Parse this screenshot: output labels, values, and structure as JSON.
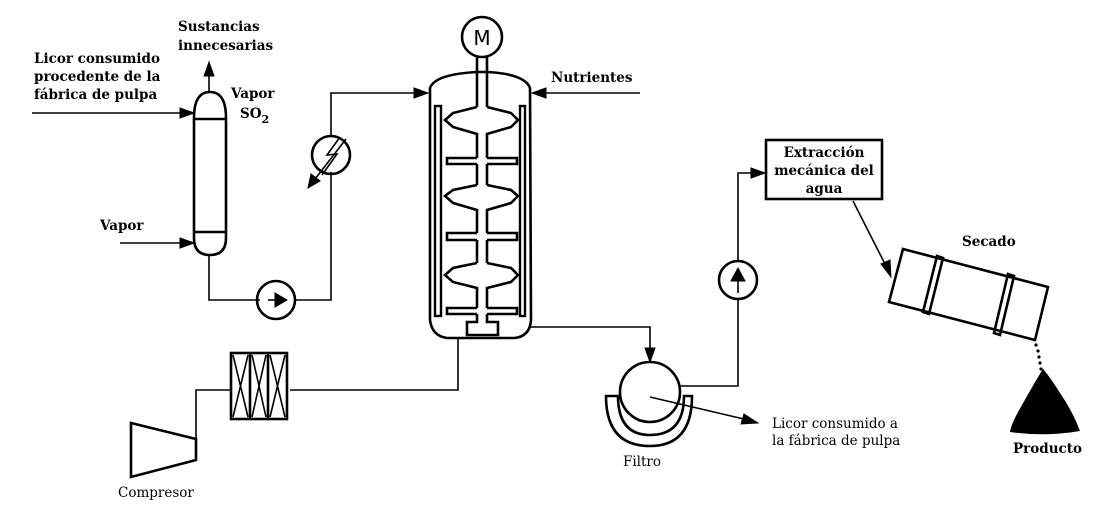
{
  "diagram": {
    "title": "",
    "labels": {
      "liquor_in": [
        "Licor consumido",
        "procedente de la",
        "fábrica de pulpa"
      ],
      "unwanted": [
        "Sustancias",
        "innecesarias"
      ],
      "vapor_so2": [
        "Vapor",
        "SO"
      ],
      "vapor_so2_subscript": "2",
      "steam": "Vapor",
      "nutrients": "Nutrientes",
      "motor": "M",
      "water_extraction": [
        "Extracción",
        "mecánica del",
        "agua"
      ],
      "drying": "Secado",
      "product": "Producto",
      "filter": "Filtro",
      "liquor_out": [
        "Licor consumido a",
        "la fábrica de pulpa"
      ],
      "compressor": "Compresor"
    },
    "nodes": [
      {
        "id": "stripping-column",
        "type": "column",
        "label": "Vapor SO2"
      },
      {
        "id": "pump-1",
        "type": "pump",
        "direction": "right"
      },
      {
        "id": "heat-exchanger",
        "type": "heat-exchanger"
      },
      {
        "id": "fermenter",
        "type": "stirred-tank-reactor",
        "motor": "M"
      },
      {
        "id": "air-filter",
        "type": "filter-cartridge"
      },
      {
        "id": "compressor",
        "type": "compressor",
        "label": "Compresor"
      },
      {
        "id": "rotary-filter",
        "type": "rotary-drum-filter",
        "label": "Filtro"
      },
      {
        "id": "pump-2",
        "type": "pump",
        "direction": "up"
      },
      {
        "id": "water-extraction",
        "type": "process-box",
        "label": "Extracción mecánica del agua"
      },
      {
        "id": "dryer",
        "type": "rotary-dryer",
        "label": "Secado"
      },
      {
        "id": "product-pile",
        "type": "product",
        "label": "Producto"
      }
    ],
    "edges": [
      {
        "from": "liquor-source",
        "to": "stripping-column"
      },
      {
        "from": "steam-source",
        "to": "stripping-column"
      },
      {
        "from": "stripping-column",
        "to": "unwanted-substances"
      },
      {
        "from": "stripping-column",
        "to": "pump-1"
      },
      {
        "from": "pump-1",
        "to": "heat-exchanger"
      },
      {
        "from": "heat-exchanger",
        "to": "fermenter"
      },
      {
        "from": "nutrients-source",
        "to": "fermenter"
      },
      {
        "from": "compressor",
        "to": "air-filter"
      },
      {
        "from": "air-filter",
        "to": "fermenter"
      },
      {
        "from": "fermenter",
        "to": "rotary-filter"
      },
      {
        "from": "rotary-filter",
        "to": "liquor-out"
      },
      {
        "from": "rotary-filter",
        "to": "pump-2"
      },
      {
        "from": "pump-2",
        "to": "water-extraction"
      },
      {
        "from": "water-extraction",
        "to": "dryer"
      },
      {
        "from": "dryer",
        "to": "product-pile"
      }
    ]
  }
}
